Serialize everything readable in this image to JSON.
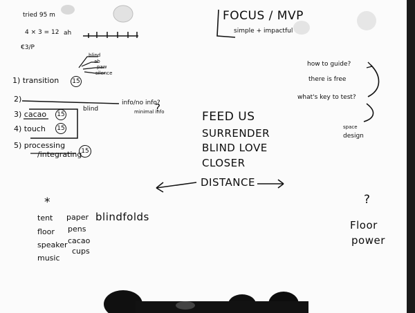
{
  "board": {
    "top_left": {
      "line1": "tried 95 m",
      "line2": "4 × 3 = 12",
      "line2_suffix": "ah",
      "line3": "€3/P"
    },
    "title": {
      "main": "FOCUS / MVP",
      "sub": "simple + impactful"
    },
    "program": {
      "item1": "1) transition",
      "item1_duration": "15",
      "item1_options": [
        "blind",
        "ab",
        "paw",
        "silence"
      ],
      "item2": "2)",
      "item2_note": "info/no info?",
      "item2_note_sub": "minimal info",
      "bracket_label": "blind",
      "item3": "3) cacao",
      "item3_duration": "15",
      "item4": "4) touch",
      "item4_duration": "15",
      "item5_line1": "5) processing",
      "item5_line2": "/integrating",
      "item5_duration": "15"
    },
    "questions": {
      "q1": "how to guide?",
      "q2": "there is free",
      "q3": "what's key to test?",
      "outcome_line1": "space",
      "outcome_line2": "design"
    },
    "center": {
      "words": [
        "FEED US",
        "SURRENDER",
        "BLIND LOVE",
        "CLOSER",
        "DISTANCE"
      ]
    },
    "materials": {
      "star": "*",
      "col1": [
        "tent",
        "floor",
        "speaker",
        "music"
      ],
      "col2": [
        "paper",
        "pens",
        "cacao",
        "cups"
      ],
      "col3": [
        "blindfolds"
      ]
    },
    "right_bottom": {
      "mark": "?",
      "line1": "Floor",
      "line2": "power"
    }
  }
}
